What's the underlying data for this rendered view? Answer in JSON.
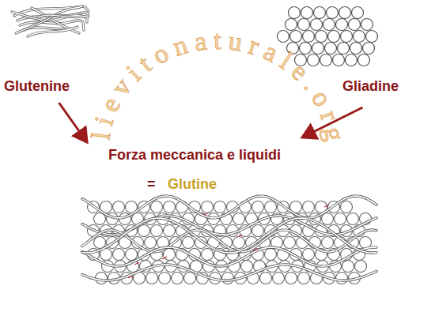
{
  "diagram": {
    "nodes": [
      {
        "text": [
          "Glutenine"
        ]
      },
      {
        "text": [
          "Gliadine"
        ]
      },
      {
        "text": [
          "Forza meccanica e liquidi"
        ]
      }
    ],
    "edges": [
      {
        "from": 0,
        "to": 2,
        "arrow": "to"
      },
      {
        "from": 1,
        "to": 2,
        "arrow": "to"
      }
    ],
    "labels": [
      "lievitonaturale.org",
      "=",
      "Glutine"
    ]
  }
}
